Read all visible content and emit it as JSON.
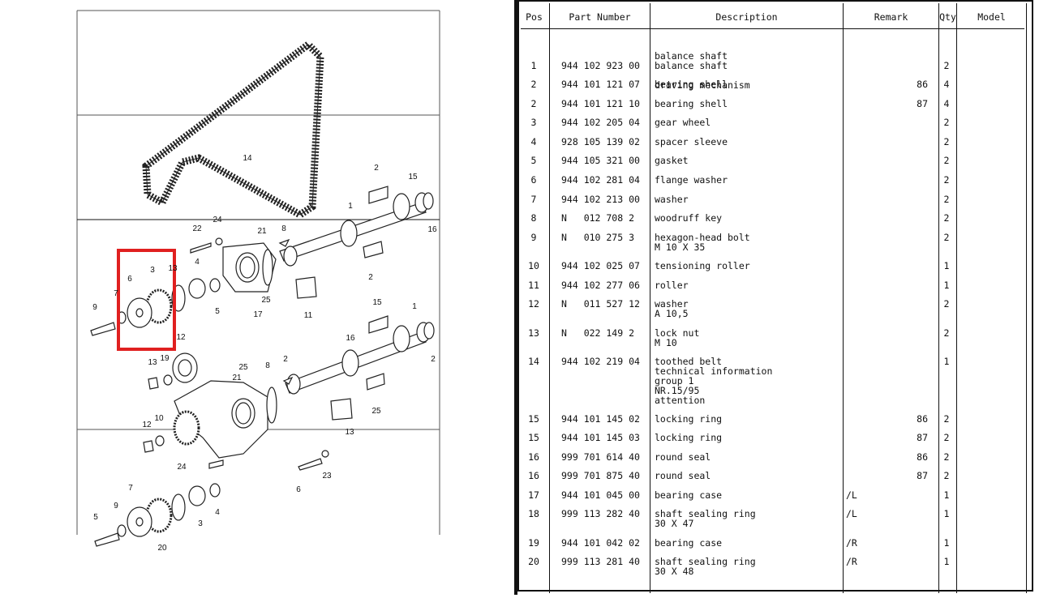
{
  "table": {
    "headers": [
      "Pos",
      "Part Number",
      "Description",
      "Remark",
      "Qty",
      "Model"
    ],
    "group_title": [
      "balance shaft",
      "driving mechanism"
    ],
    "rows": [
      {
        "pos": "1",
        "part": "944 102 923 00",
        "desc": [
          "balance shaft"
        ],
        "remark": "",
        "qty": "2"
      },
      {
        "pos": "2",
        "part": "944 101 121 07",
        "desc": [
          "bearing shell"
        ],
        "remark": "86",
        "qty": "4"
      },
      {
        "pos": "2",
        "part": "944 101 121 10",
        "desc": [
          "bearing shell"
        ],
        "remark": "87",
        "qty": "4"
      },
      {
        "pos": "3",
        "part": "944 102 205 04",
        "desc": [
          "gear wheel"
        ],
        "remark": "",
        "qty": "2"
      },
      {
        "pos": "4",
        "part": "928 105 139 02",
        "desc": [
          "spacer sleeve"
        ],
        "remark": "",
        "qty": "2"
      },
      {
        "pos": "5",
        "part": "944 105 321 00",
        "desc": [
          "gasket"
        ],
        "remark": "",
        "qty": "2"
      },
      {
        "pos": "6",
        "part": "944 102 281 04",
        "desc": [
          "flange washer"
        ],
        "remark": "",
        "qty": "2"
      },
      {
        "pos": "7",
        "part": "944 102 213 00",
        "desc": [
          "washer"
        ],
        "remark": "",
        "qty": "2"
      },
      {
        "pos": "8",
        "part": "N   012 708 2",
        "desc": [
          "woodruff key"
        ],
        "remark": "",
        "qty": "2"
      },
      {
        "pos": "9",
        "part": "N   010 275 3",
        "desc": [
          "hexagon-head bolt",
          "M 10 X 35"
        ],
        "remark": "",
        "qty": "2"
      },
      {
        "pos": "10",
        "part": "944 102 025 07",
        "desc": [
          "tensioning roller"
        ],
        "remark": "",
        "qty": "1"
      },
      {
        "pos": "11",
        "part": "944 102 277 06",
        "desc": [
          "roller"
        ],
        "remark": "",
        "qty": "1"
      },
      {
        "pos": "12",
        "part": "N   011 527 12",
        "desc": [
          "washer",
          "A 10,5"
        ],
        "remark": "",
        "qty": "2"
      },
      {
        "pos": "13",
        "part": "N   022 149 2",
        "desc": [
          "lock nut",
          "M 10"
        ],
        "remark": "",
        "qty": "2"
      },
      {
        "pos": "14",
        "part": "944 102 219 04",
        "desc": [
          "toothed belt",
          "technical information",
          "group 1",
          "NR.15/95",
          "attention"
        ],
        "remark": "",
        "qty": "1"
      },
      {
        "pos": "15",
        "part": "944 101 145 02",
        "desc": [
          "locking ring"
        ],
        "remark": "86",
        "qty": "2"
      },
      {
        "pos": "15",
        "part": "944 101 145 03",
        "desc": [
          "locking ring"
        ],
        "remark": "87",
        "qty": "2"
      },
      {
        "pos": "16",
        "part": "999 701 614 40",
        "desc": [
          "round seal"
        ],
        "remark": "86",
        "qty": "2"
      },
      {
        "pos": "16",
        "part": "999 701 875 40",
        "desc": [
          "round seal"
        ],
        "remark": "87",
        "qty": "2"
      },
      {
        "pos": "17",
        "part": "944 101 045 00",
        "desc": [
          "bearing case"
        ],
        "remark": "/L",
        "qty": "1"
      },
      {
        "pos": "18",
        "part": "999 113 282 40",
        "desc": [
          "shaft sealing ring",
          "30 X 47"
        ],
        "remark": "/L",
        "qty": "1"
      },
      {
        "pos": "19",
        "part": "944 101 042 02",
        "desc": [
          "bearing case"
        ],
        "remark": "/R",
        "qty": "1"
      },
      {
        "pos": "20",
        "part": "999 113 281 40",
        "desc": [
          "shaft sealing ring",
          "30 X 48"
        ],
        "remark": "/R",
        "qty": "1"
      }
    ]
  },
  "diagram": {
    "callouts": [
      "14",
      "2",
      "15",
      "1",
      "16",
      "24",
      "22",
      "21",
      "8",
      "4",
      "3",
      "13",
      "6",
      "7",
      "9",
      "5",
      "25",
      "17",
      "2",
      "11",
      "12",
      "13",
      "19",
      "25",
      "21",
      "8",
      "2",
      "15",
      "1",
      "16",
      "2",
      "25",
      "13",
      "12",
      "10",
      "24",
      "23",
      "6",
      "7",
      "9",
      "5",
      "4",
      "3",
      "20"
    ],
    "highlight_color": "#e02020"
  }
}
